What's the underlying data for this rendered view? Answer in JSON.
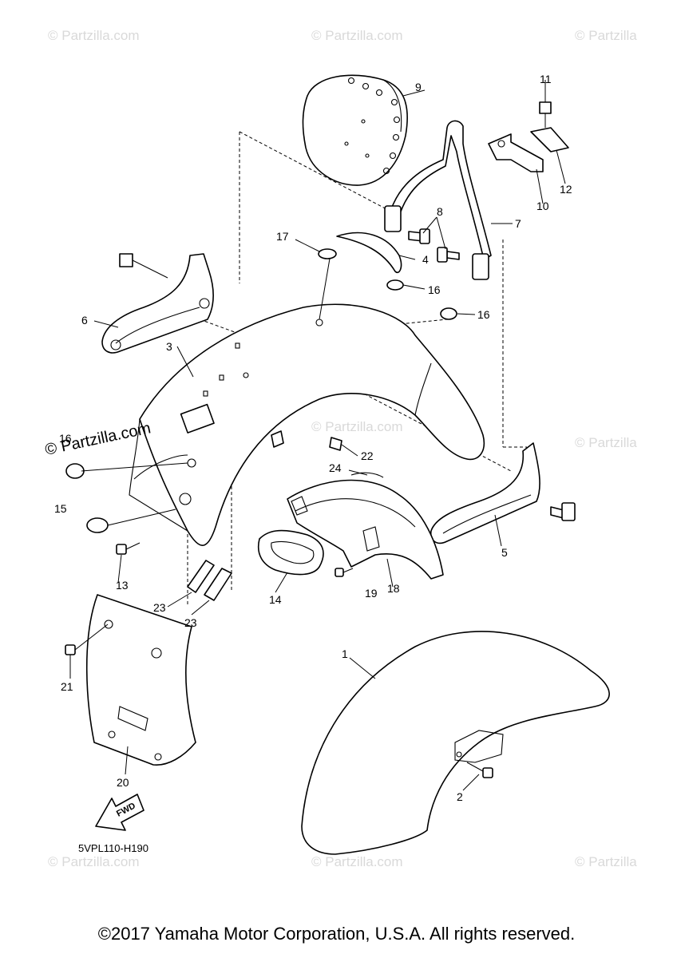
{
  "diagram": {
    "part_labels": [
      "1",
      "2",
      "3",
      "4",
      "5",
      "6",
      "7",
      "8",
      "9",
      "10",
      "11",
      "12",
      "13",
      "14",
      "15",
      "16",
      "16",
      "17",
      "18",
      "19",
      "20",
      "21",
      "22",
      "23",
      "23",
      "24",
      "16"
    ],
    "fwd_label": "FWD",
    "diagram_code": "5VPL110-H190"
  },
  "watermark": {
    "text": "© Partzilla.com",
    "short_text": "© Partzilla",
    "overlay_text": "© Partzilla.com"
  },
  "copyright": "©2017 Yamaha Motor Corporation, U.S.A. All rights reserved."
}
